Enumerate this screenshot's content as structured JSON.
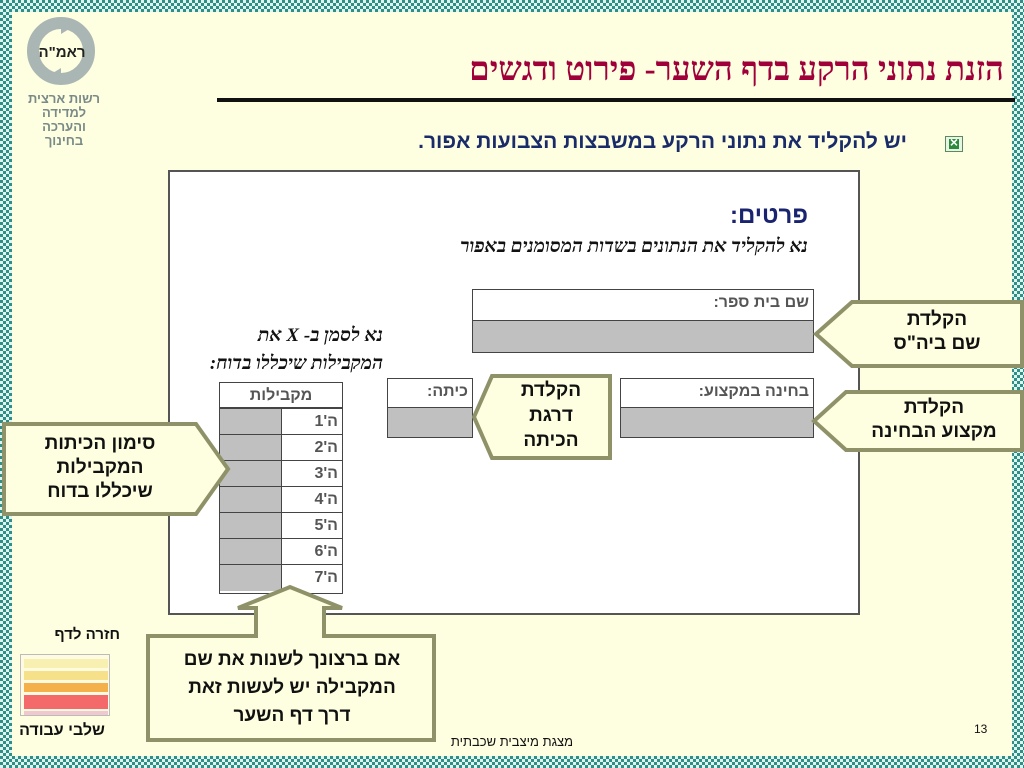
{
  "logo": {
    "text": "ראמ\"ה",
    "org_lines": [
      "רשות ארצית",
      "למדידה",
      "והערכה",
      "בחינוך"
    ]
  },
  "title": "הזנת נתוני הרקע בדף השער- פירוט ודגשים",
  "bullet": {
    "icon": "excel-icon",
    "text": "יש להקליד את נתוני הרקע במשבצות הצבועות אפור."
  },
  "form": {
    "heading": "פרטים:",
    "instruction": "נא להקליד את הנתונים בשדות המסומנים באפור",
    "parallels_instruction_line1": "נא לסמן ב- X את",
    "parallels_instruction_line2": "המקבילות שיכללו בדוח:",
    "school_label": "שם בית ספר:",
    "subject_label": "בחינה במקצוע:",
    "class_label": "כיתה:",
    "parallels_header": "מקבילות",
    "parallels": [
      "ה'1",
      "ה'2",
      "ה'3",
      "ה'4",
      "ה'5",
      "ה'6",
      "ה'7"
    ]
  },
  "callouts": {
    "school": [
      "הקלדת",
      "שם ביה\"ס"
    ],
    "subject": [
      "הקלדת",
      "מקצוע הבחינה"
    ],
    "class": [
      "הקלדת",
      "דרגת",
      "הכיתה"
    ],
    "parallels": [
      "סימון הכיתות",
      "המקבילות",
      "שיכללו בדוח"
    ],
    "rename": [
      "אם ברצונך לשנות את שם",
      "המקבילה יש לעשות זאת",
      "דרך דף השער"
    ]
  },
  "nav": {
    "back": "חזרה  לדף",
    "steps": "שלבי עבודה"
  },
  "footer": "מצגת מיצבית שכבתית",
  "page_number": "13",
  "colors": {
    "title": "#a0003a",
    "bullet": "#1a2b6a",
    "callout_fill": "#fefee0",
    "callout_border": "#8f9268",
    "field_gray": "#c0c0c0"
  }
}
